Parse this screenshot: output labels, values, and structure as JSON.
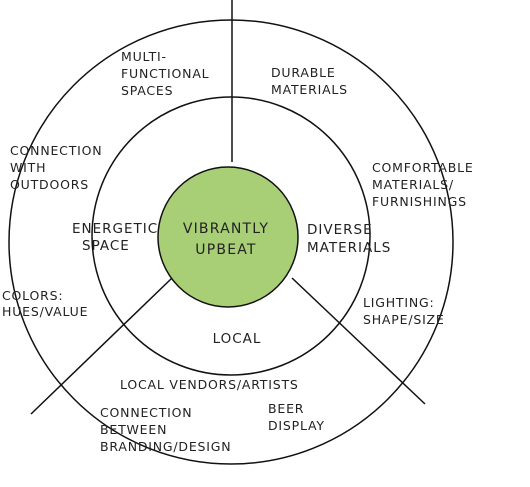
{
  "colors": {
    "core_fill": "#a9cf76",
    "stroke": "#111111",
    "text": "#222222"
  },
  "core": {
    "line1": "VIBRANTLY",
    "line2": "UPBEAT"
  },
  "middle_ring": {
    "energetic": {
      "line1": "ENERGETIC",
      "line2": "SPACE"
    },
    "diverse": {
      "line1": "DIVERSE",
      "line2": "MATERIALS"
    },
    "local": "LOCAL"
  },
  "outer_ring": {
    "multi_functional": {
      "line1": "MULTI-",
      "line2": "FUNCTIONAL",
      "line3": "SPACES"
    },
    "durable_materials": {
      "line1": "DURABLE",
      "line2": "MATERIALS"
    },
    "connection_outdoors": {
      "line1": "CONNECTION",
      "line2": "WITH",
      "line3": "OUTDOORS"
    },
    "comfortable_materials": {
      "line1": "COMFORTABLE",
      "line2": "MATERIALS/",
      "line3": "FURNISHINGS"
    },
    "colors": {
      "line1": "COLORS:",
      "line2": "HUES/VALUE"
    },
    "lighting": {
      "line1": "LIGHTING:",
      "line2": "SHAPE/SIZE"
    },
    "local_vendors": "LOCAL  VENDORS/ARTISTS",
    "connection_branding": {
      "line1": "CONNECTION",
      "line2": "BETWEEN",
      "line3": "BRANDING/DESIGN"
    },
    "beer_display": {
      "line1": "BEER",
      "line2": "DISPLAY"
    }
  }
}
